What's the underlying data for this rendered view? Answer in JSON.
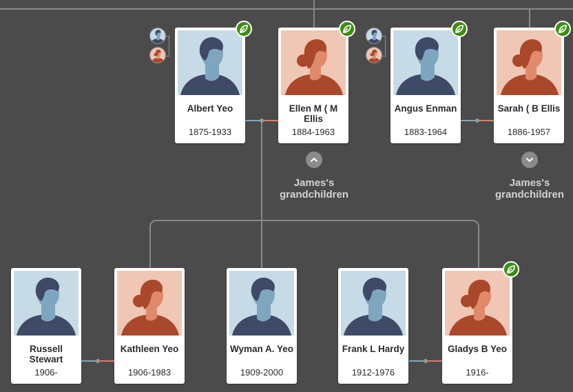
{
  "colors": {
    "background": "#4b4b4b",
    "hint_green": "#3f8b16",
    "male_portrait_bg": "#c6dbe6",
    "female_portrait_bg": "#f0c6b5",
    "partner_line_blue": "#7fa7bd",
    "partner_line_red": "#d9826a"
  },
  "parents": [
    {
      "name": "Albert Yeo",
      "years": "1875-1933",
      "gender": "male",
      "hint": true,
      "hint_icon": "leaf-hint-icon",
      "parent_thumbs": true
    },
    {
      "name": "Ellen M ( M Ellis",
      "years": "1884-1963",
      "gender": "female",
      "hint": true,
      "hint_icon": "leaf-hint-icon",
      "parent_thumbs": false
    },
    {
      "name": "Angus Enman",
      "years": "1883-1964",
      "gender": "male",
      "hint": true,
      "hint_icon": "leaf-hint-icon",
      "parent_thumbs": true
    },
    {
      "name": "Sarah ( B Ellis",
      "years": "1886-1957",
      "gender": "female",
      "hint": true,
      "hint_icon": "leaf-hint-icon",
      "parent_thumbs": false
    }
  ],
  "grandchildren_toggles": [
    {
      "label": "James's grandchildren",
      "state": "expanded",
      "icon": "chevron-up-icon"
    },
    {
      "label": "James's grandchildren",
      "state": "collapsed",
      "icon": "chevron-down-icon"
    }
  ],
  "children": [
    {
      "name": "Russell Stewart",
      "years": "1906-",
      "gender": "male",
      "hint": false
    },
    {
      "name": "Kathleen Yeo",
      "years": "1906-1983",
      "gender": "female",
      "hint": false
    },
    {
      "name": "Wyman A. Yeo",
      "years": "1909-2000",
      "gender": "male",
      "hint": false
    },
    {
      "name": "Frank L Hardy",
      "years": "1912-1976",
      "gender": "male",
      "hint": false
    },
    {
      "name": "Gladys B Yeo",
      "years": "1916-",
      "gender": "female",
      "hint": true,
      "hint_icon": "leaf-hint-icon"
    }
  ]
}
